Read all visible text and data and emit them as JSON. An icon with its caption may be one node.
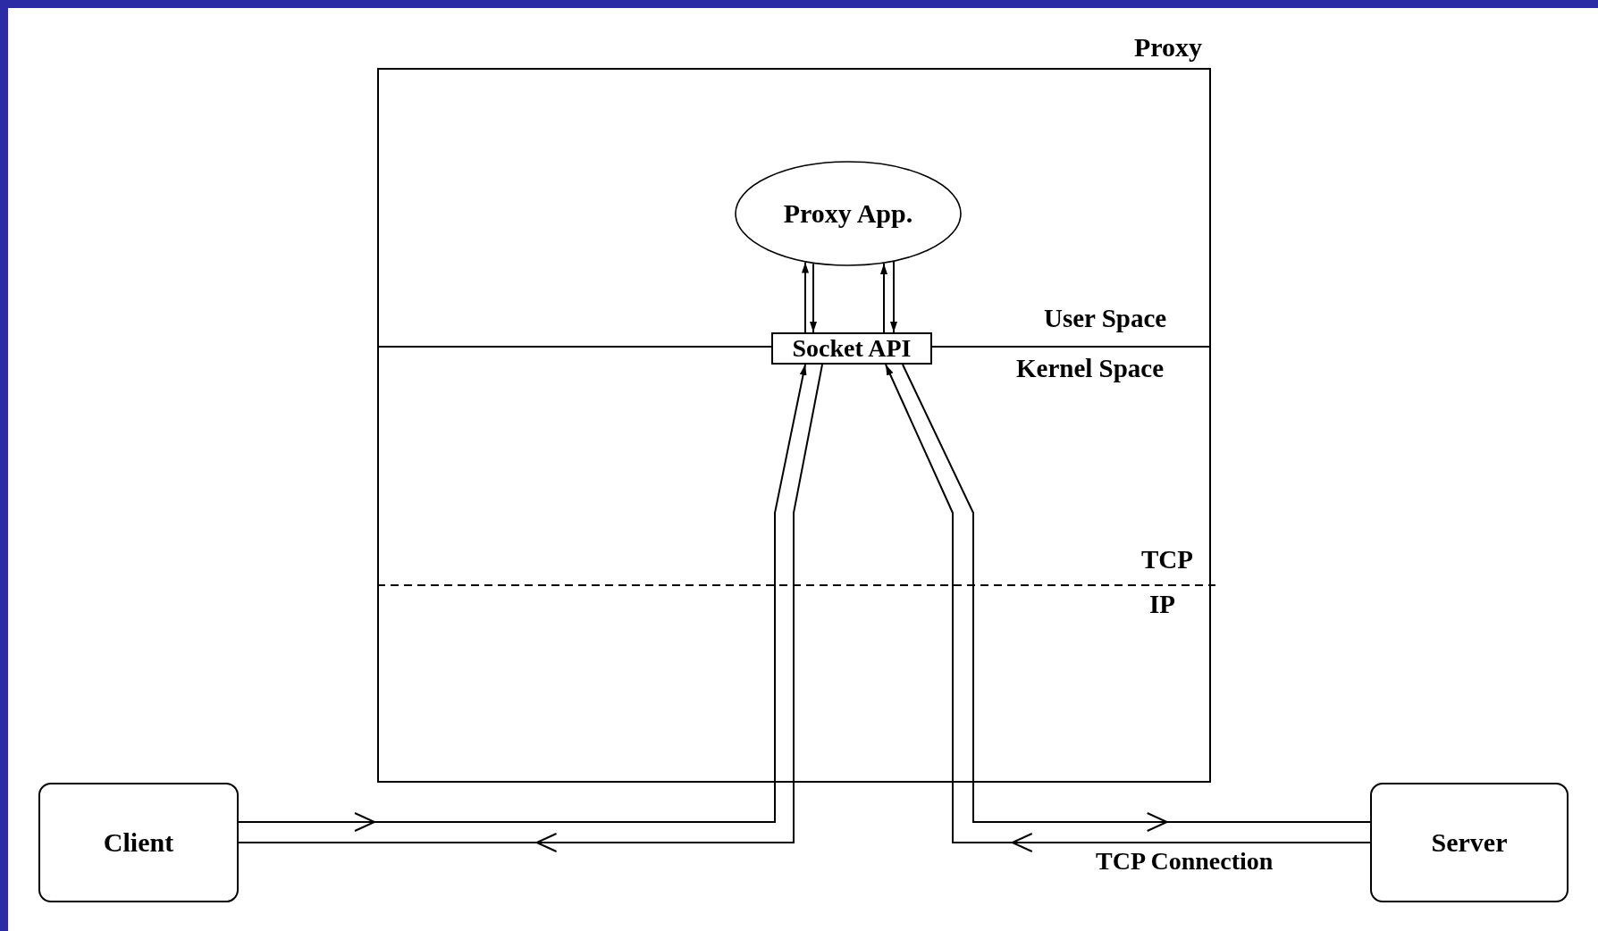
{
  "diagram": {
    "nodes": [
      {
        "text": [
          "Proxy"
        ]
      },
      {
        "text": [
          "Proxy App."
        ],
        "in": 0
      },
      {
        "text": [
          "Socket API"
        ],
        "in": 0
      },
      {
        "text": [
          "Client"
        ]
      },
      {
        "text": [
          "Server"
        ]
      }
    ],
    "edges": [
      {
        "from": 3,
        "to": 2,
        "arrow": "to"
      },
      {
        "from": 2,
        "to": 3,
        "arrow": "to"
      },
      {
        "from": 4,
        "to": 2,
        "arrow": "to",
        "label": "TCP Connection"
      },
      {
        "from": 2,
        "to": 4,
        "arrow": "to"
      },
      {
        "from": 2,
        "to": 1,
        "arrow": "to"
      },
      {
        "from": 1,
        "to": 2,
        "arrow": "to"
      },
      {
        "from": 2,
        "to": 1,
        "arrow": "to"
      },
      {
        "from": 1,
        "to": 2,
        "arrow": "to"
      }
    ],
    "labels": [
      "User Space",
      "Kernel Space",
      "TCP",
      "IP"
    ]
  }
}
